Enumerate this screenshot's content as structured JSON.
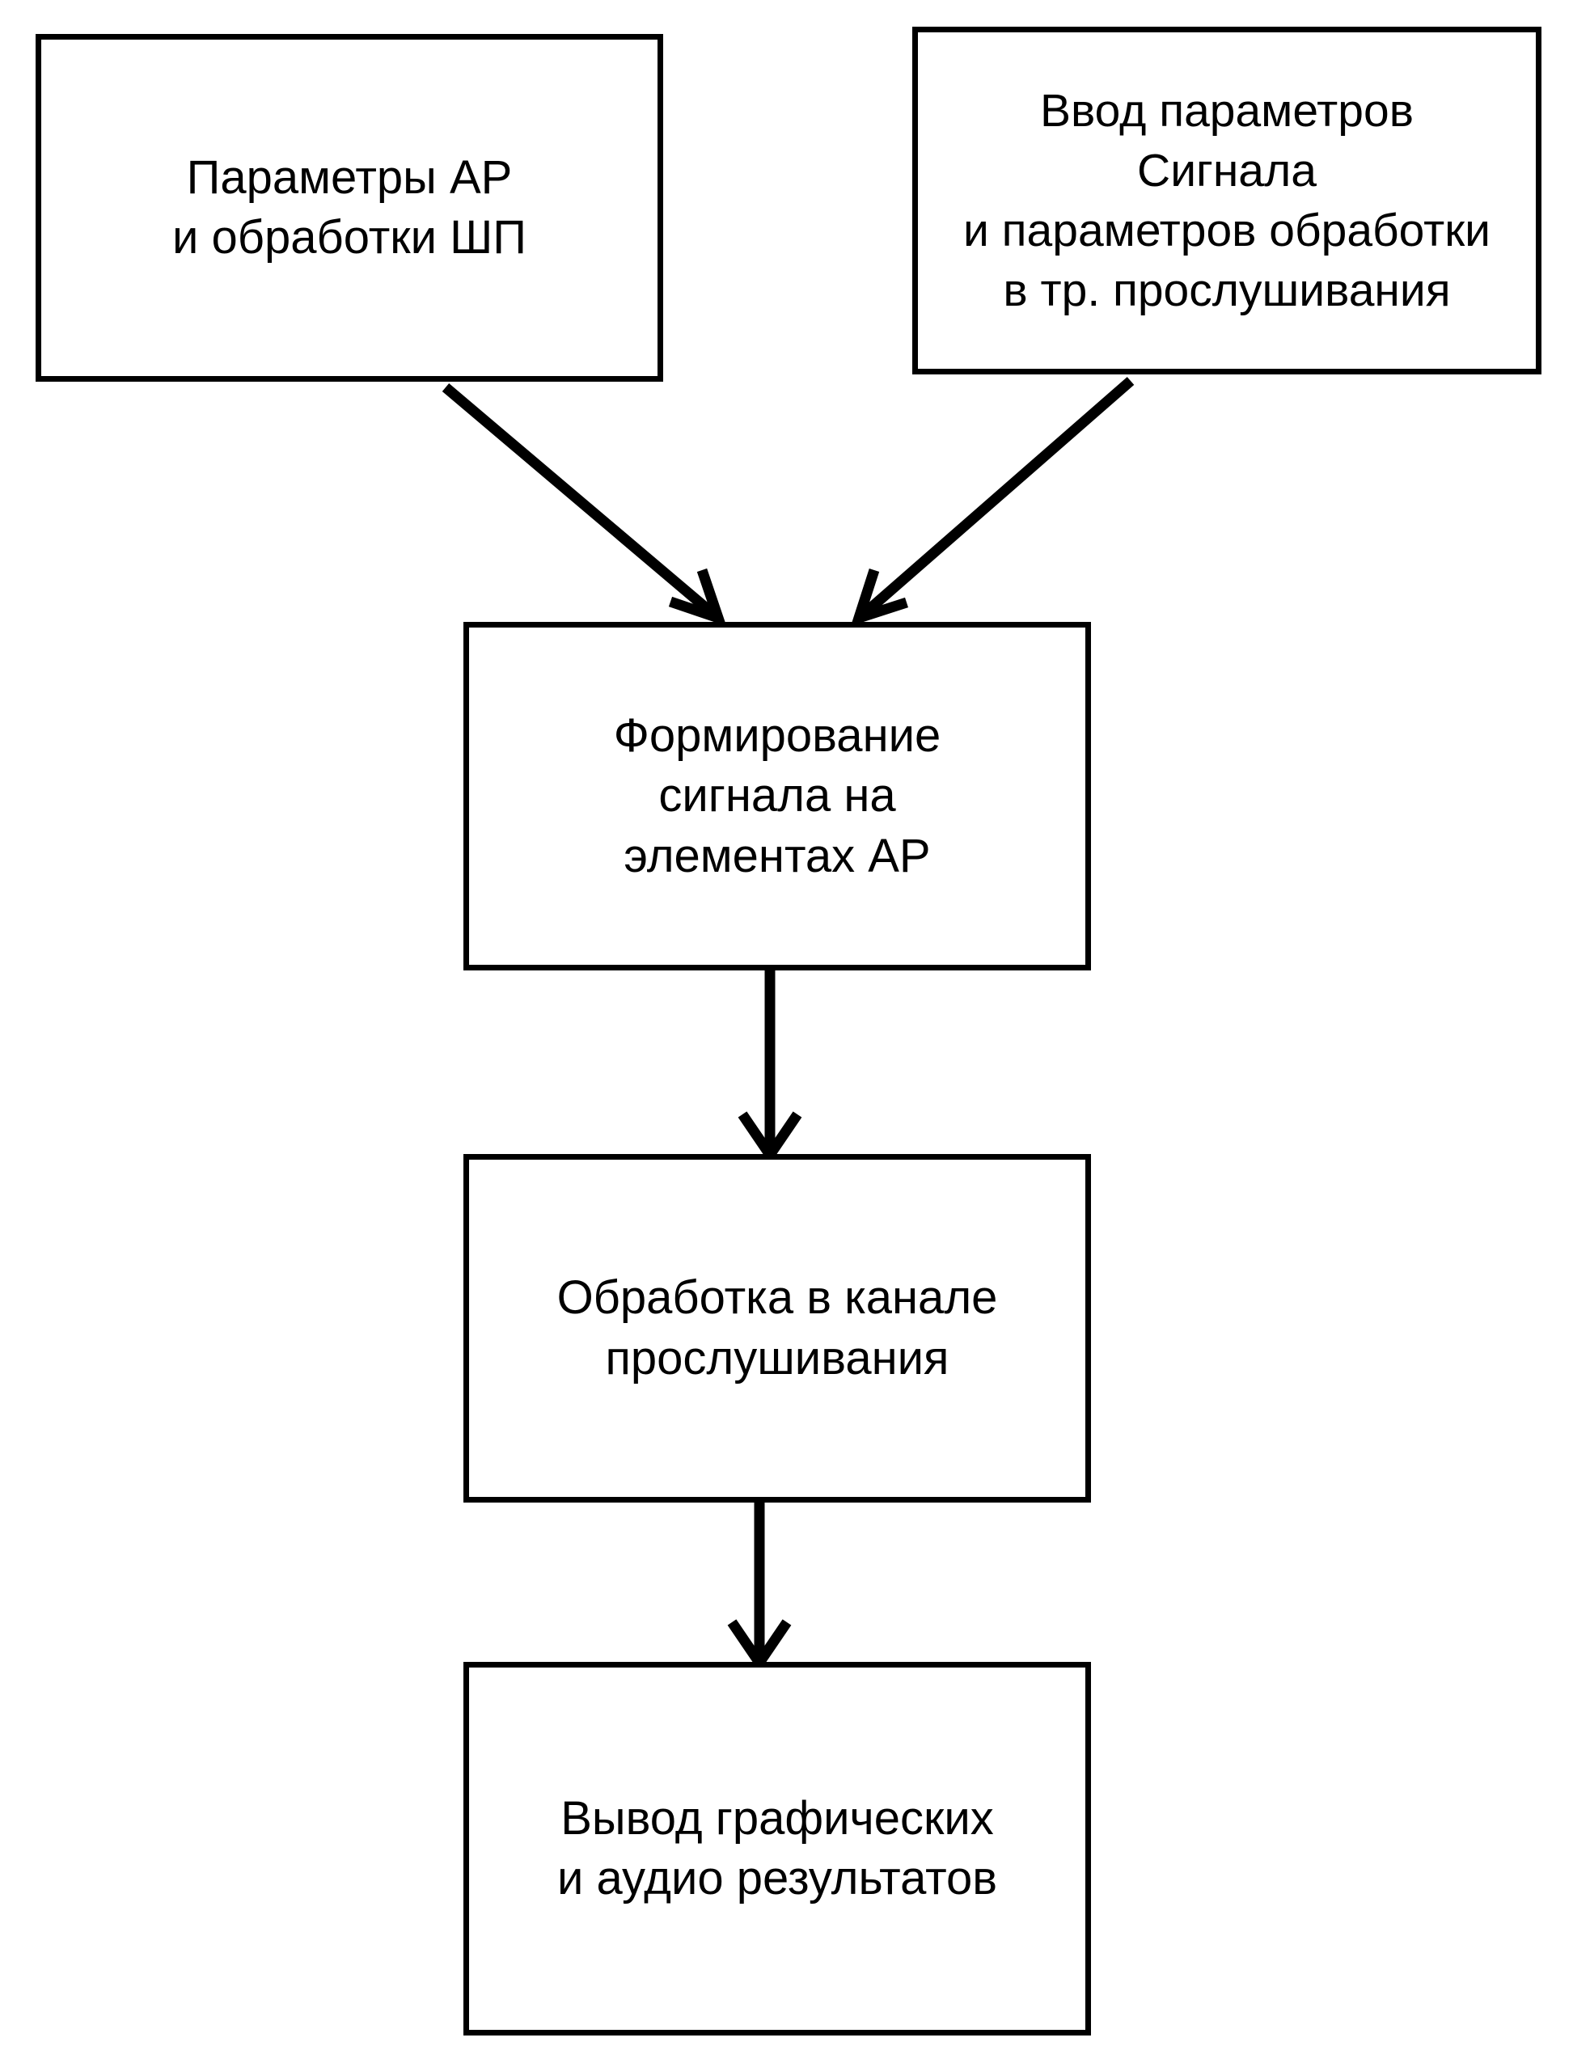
{
  "diagram": {
    "title": "",
    "type": "flowchart",
    "background_color": "#ffffff",
    "line_color": "#000000",
    "text_color": "#000000",
    "nodes": [
      {
        "id": "ar-params",
        "label": "Параметры АР\nи обработки ШП",
        "shape": "rectangle"
      },
      {
        "id": "signal-params",
        "label": "Ввод параметров\nСигнала\nи параметров обработки\nв тр. прослушивания",
        "shape": "rectangle"
      },
      {
        "id": "signal-forming",
        "label": "Формирование\nсигнала на\nэлементах АР",
        "shape": "rectangle"
      },
      {
        "id": "channel-processing",
        "label": "Обработка в канале\nпрослушивания",
        "shape": "rectangle"
      },
      {
        "id": "output-results",
        "label": "Вывод графических\nи аудио результатов",
        "shape": "rectangle"
      }
    ],
    "edges": [
      {
        "id": "edge-ar-to-forming",
        "from": "ar-params",
        "to": "signal-forming",
        "style": "diagonal-arrow"
      },
      {
        "id": "edge-signal-to-forming",
        "from": "signal-params",
        "to": "signal-forming",
        "style": "diagonal-arrow"
      },
      {
        "id": "edge-forming-to-processing",
        "from": "signal-forming",
        "to": "channel-processing",
        "style": "vertical-arrow"
      },
      {
        "id": "edge-processing-to-output",
        "from": "channel-processing",
        "to": "output-results",
        "style": "vertical-arrow"
      }
    ]
  }
}
